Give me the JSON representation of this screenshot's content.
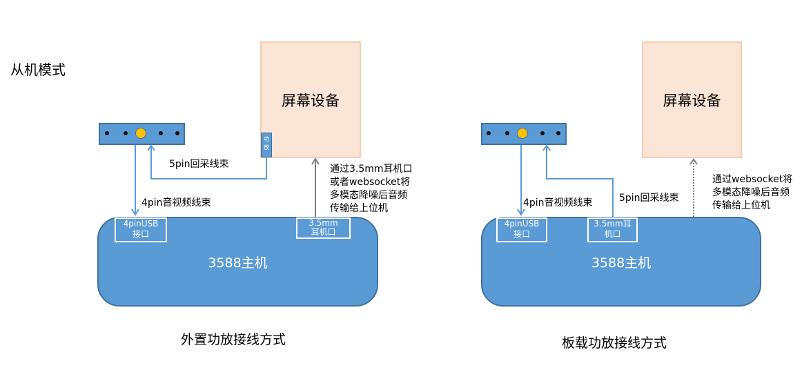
{
  "mode_title": "从机模式",
  "left": {
    "screen_label": "屏幕设备",
    "amp_label": "功放",
    "host_label": "3588主机",
    "usb_port": "4pinUSB\n接口",
    "usb_port_l1": "4pinUSB",
    "usb_port_l2": "接口",
    "jack_port_l1": "3.5mm",
    "jack_port_l2": "耳机口",
    "cable_5pin": "5pin回采线束",
    "cable_4pin": "4pin音视频线束",
    "note": "通过3.5mm耳机口\n或者websocket将\n多模态降噪后音频\n传输给上位机",
    "caption": "外置功放接线方式"
  },
  "right": {
    "screen_label": "屏幕设备",
    "host_label": "3588主机",
    "usb_port_l1": "4pinUSB",
    "usb_port_l2": "接口",
    "jack_port_l1": "3.5mm耳",
    "jack_port_l2": "机口",
    "cable_5pin": "5pin回采线束",
    "cable_4pin": "4pin音视频线束",
    "note": "通过websocket将\n多模态降噪后音频\n传输给上位机",
    "caption": "板载功放接线方式"
  },
  "colors": {
    "blue": "#5b9bd5",
    "peach": "#fbe5d6",
    "mic": "#ffc000",
    "gray_arrow": "#7f7f7f"
  }
}
